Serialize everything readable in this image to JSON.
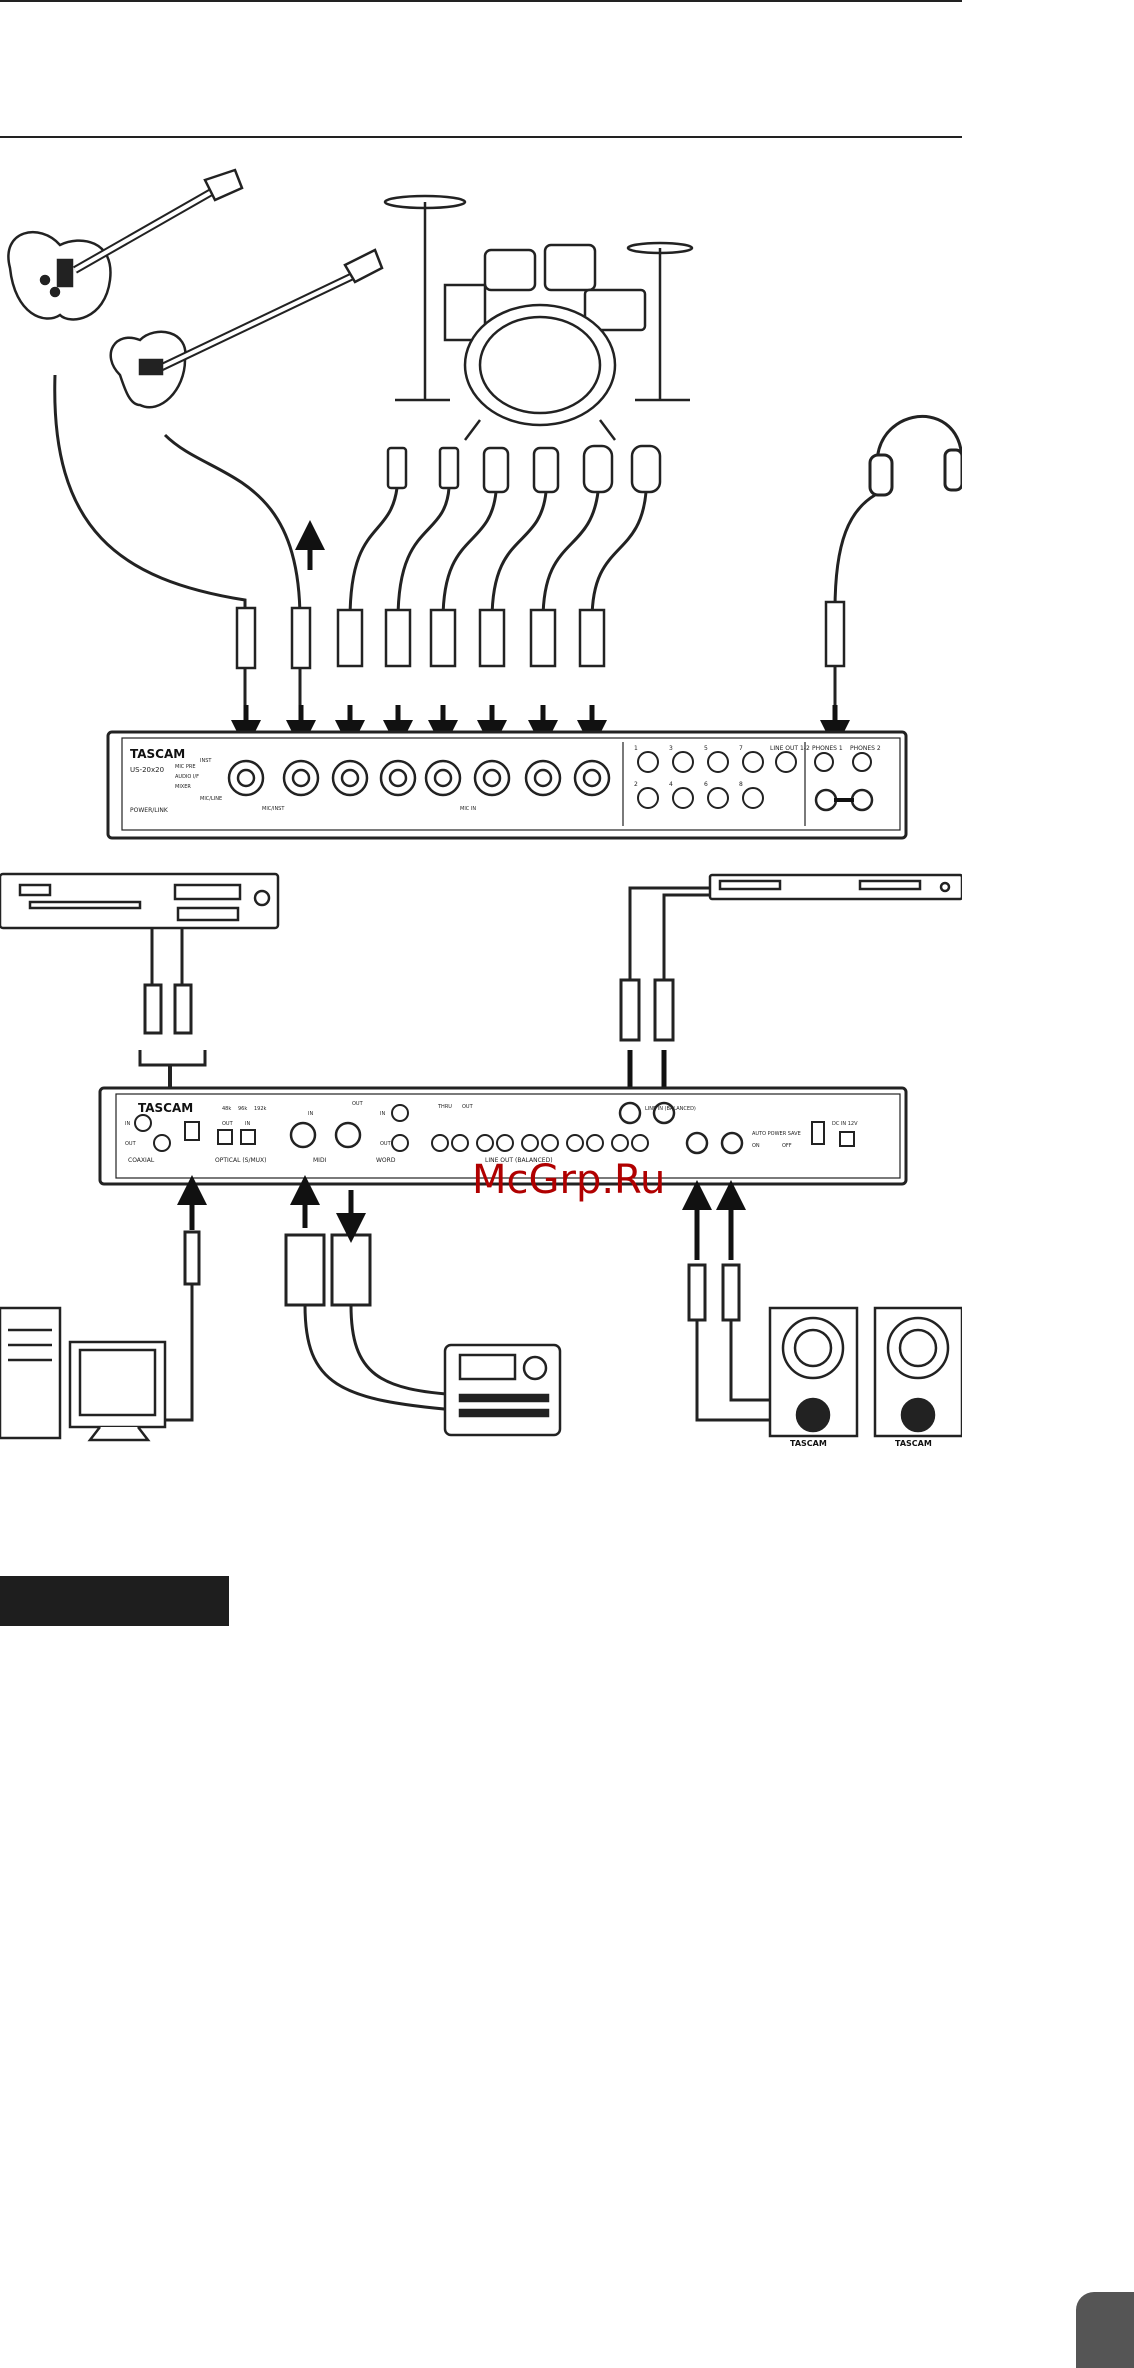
{
  "device_top": {
    "brand": "TASCAM",
    "model": "US-20x20",
    "bus_power_label": "POWER/LINK",
    "mode_labels": [
      "MIC PRE",
      "AUDIO I/F",
      "MIXER"
    ],
    "switch_labels": [
      "INST",
      "MIC/LINE"
    ],
    "input_label_left": "MIC/INST",
    "input_label_right": "MIC IN",
    "knob_numbers": [
      "1",
      "2",
      "3",
      "4",
      "5",
      "6",
      "7",
      "8"
    ],
    "line_out_label": "LINE OUT 1-2",
    "phones1_label": "PHONES 1",
    "phones2_label": "PHONES 2"
  },
  "device_rear": {
    "brand": "TASCAM",
    "coaxial_label": "COAXIAL",
    "coax_in": "IN",
    "coax_out": "OUT",
    "optical_label": "OPTICAL (S/MUX)",
    "optical_in": "IN",
    "optical_out": "OUT",
    "freq_labels": [
      "48k",
      "96k",
      "192k"
    ],
    "midi_label": "MIDI",
    "midi_in": "IN",
    "midi_out": "OUT",
    "word_label": "WORD",
    "word_in": "IN",
    "word_out": "OUT",
    "word_switch_options": [
      "THRU",
      "OUT"
    ],
    "line_out_label": "LINE OUT (BALANCED)",
    "line_in_label": "LINE IN (BALANCED)",
    "auto_power_save_label": "AUTO POWER SAVE",
    "power_on": "ON",
    "power_off": "OFF",
    "dc_label": "DC IN 12V"
  },
  "speakers": {
    "brand_left": "TASCAM",
    "brand_right": "TASCAM"
  },
  "watermark": "McGrp.Ru",
  "colors": {
    "line": "#222222",
    "section_bar": "#1e1e1e",
    "page_tab": "#555555",
    "watermark": "#b00000"
  }
}
